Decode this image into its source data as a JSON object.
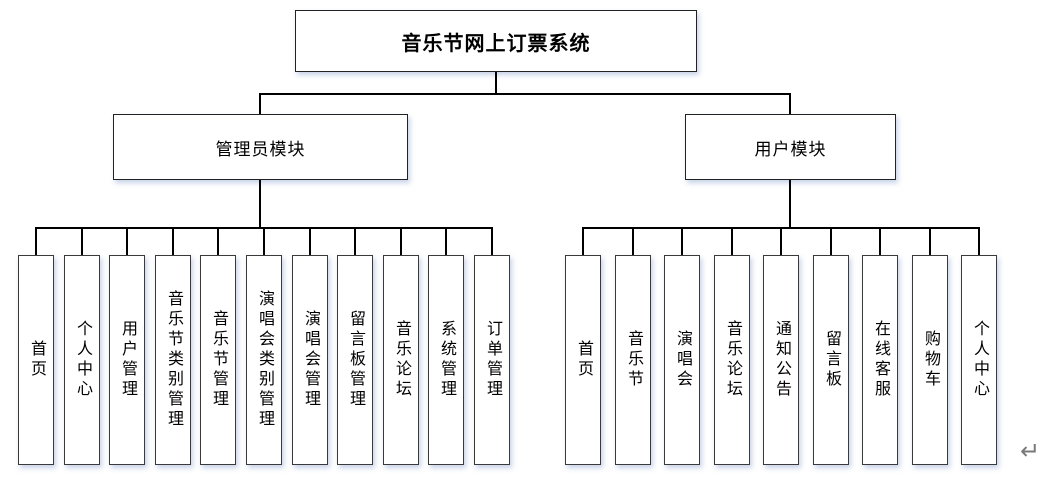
{
  "diagram": {
    "root": "音乐节网上订票系统",
    "branches": [
      {
        "label": "管理员模块",
        "children": [
          "首页",
          "个人中心",
          "用户管理",
          "音乐节类别管理",
          "音乐节管理",
          "演唱会类别管理",
          "演唱会管理",
          "留言板管理",
          "音乐论坛",
          "系统管理",
          "订单管理"
        ]
      },
      {
        "label": "用户模块",
        "children": [
          "首页",
          "音乐节",
          "演唱会",
          "音乐论坛",
          "通知公告",
          "留言板",
          "在线客服",
          "购物车",
          "个人中心"
        ]
      }
    ]
  },
  "page": {
    "return_mark": "↵"
  },
  "colors": {
    "line": "#000000",
    "box_border": "#222222",
    "box_shadow": "rgba(130,155,205,0.45)",
    "return_mark": "#7a7a7a"
  }
}
